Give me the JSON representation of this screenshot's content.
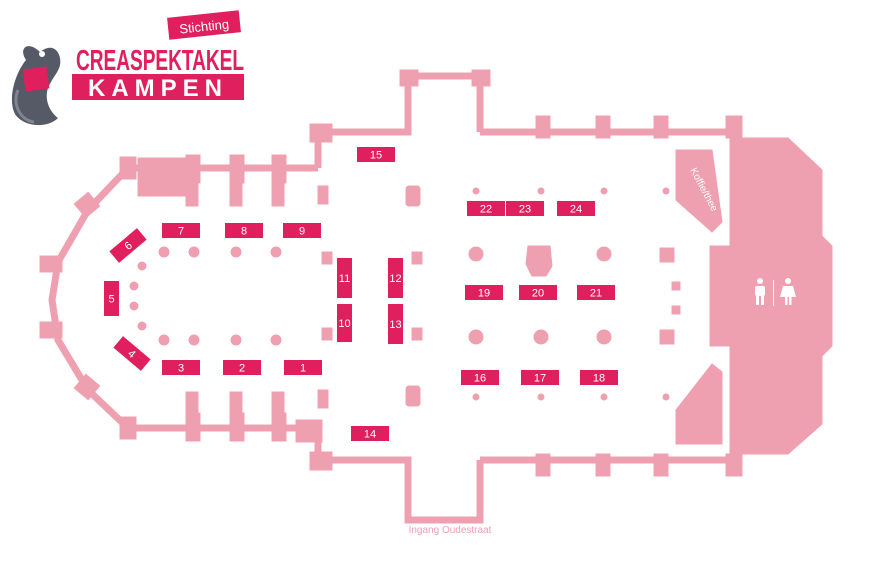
{
  "colors": {
    "wall": "#efa0b0",
    "stand": "#e0205e",
    "logo_red": "#e0205e",
    "logo_dark": "#555a66"
  },
  "logo": {
    "top": "Stichting",
    "main": "CREASPEKTAKEL",
    "sub": "KAMPEN",
    "mascot_icon": "seahorse-mascot-icon"
  },
  "labels": {
    "coffee": "Koffie/thee",
    "entrance": "Ingang Oudestraat"
  },
  "icons": {
    "toilet_men": "toilet-men-icon",
    "toilet_women": "toilet-women-icon"
  },
  "stands": [
    {
      "id": "1",
      "label": "1"
    },
    {
      "id": "2",
      "label": "2"
    },
    {
      "id": "3",
      "label": "3"
    },
    {
      "id": "4",
      "label": "4"
    },
    {
      "id": "5",
      "label": "5"
    },
    {
      "id": "6",
      "label": "6"
    },
    {
      "id": "7",
      "label": "7"
    },
    {
      "id": "8",
      "label": "8"
    },
    {
      "id": "9",
      "label": "9"
    },
    {
      "id": "10",
      "label": "10"
    },
    {
      "id": "11",
      "label": "11"
    },
    {
      "id": "12",
      "label": "12"
    },
    {
      "id": "13",
      "label": "13"
    },
    {
      "id": "14",
      "label": "14"
    },
    {
      "id": "15",
      "label": "15"
    },
    {
      "id": "16",
      "label": "16"
    },
    {
      "id": "17",
      "label": "17"
    },
    {
      "id": "18",
      "label": "18"
    },
    {
      "id": "19",
      "label": "19"
    },
    {
      "id": "20",
      "label": "20"
    },
    {
      "id": "21",
      "label": "21"
    },
    {
      "id": "22",
      "label": "22"
    },
    {
      "id": "23",
      "label": "23"
    },
    {
      "id": "24",
      "label": "24"
    }
  ]
}
